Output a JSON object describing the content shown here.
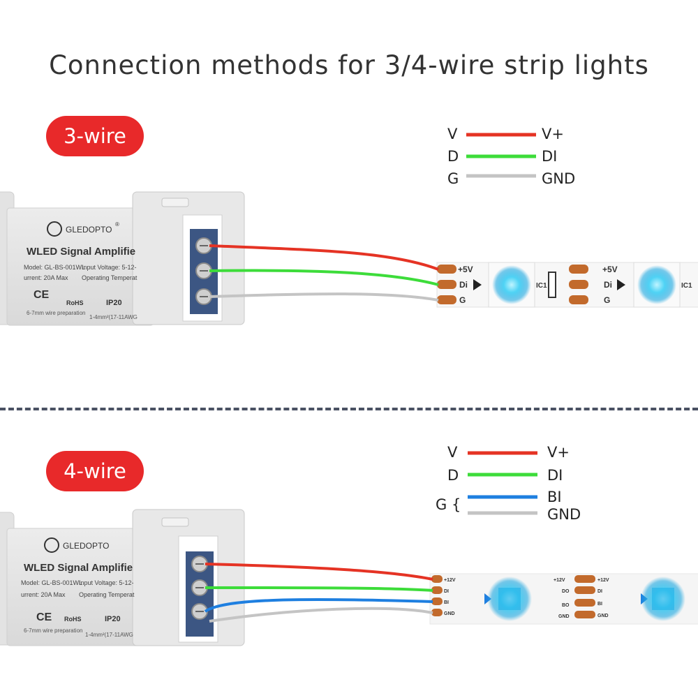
{
  "title": "Connection methods for 3/4-wire strip lights",
  "colors": {
    "red": "#e53324",
    "green": "#3ddc3a",
    "blue": "#1e7fe0",
    "gray": "#c4c4c4",
    "accent": "#e8292a"
  },
  "section3": {
    "badge": "3-wire",
    "legend": [
      {
        "left": "V",
        "right": "V+",
        "color": "red"
      },
      {
        "left": "D",
        "right": "DI",
        "color": "green"
      },
      {
        "left": "G",
        "right": "GND",
        "color": "gray"
      }
    ],
    "device": {
      "brand": "GLEDOPTO",
      "trademark": "®",
      "name": "WLED Signal Amplifie",
      "model": "Model: GL-BS-001WL",
      "input": "Input Voltage: 5-12-",
      "current": "urrent: 20A Max",
      "temp": "Operating Temperat",
      "ce": "CE",
      "rohs": "RoHS",
      "ip": "IP20",
      "wire_prep": "6-7mm wire preparation",
      "awg": "1-4mm²(17-11AWG"
    },
    "strip": {
      "pad1": "+5V",
      "pad2": "Di",
      "pad3": "G",
      "ic": "IC1"
    }
  },
  "section4": {
    "badge": "4-wire",
    "legend": [
      {
        "left": "V",
        "right": "V+",
        "color": "red"
      },
      {
        "left": "D",
        "right": "DI",
        "color": "green"
      },
      {
        "left": "G {",
        "right": "BI",
        "color": "blue"
      },
      {
        "left": "",
        "right": "GND",
        "color": "gray"
      }
    ],
    "device": {
      "brand": "GLEDOPTO",
      "name": "WLED Signal Amplifie",
      "model": "Model: GL-BS-001WL",
      "input": "Input Voltage: 5-12-",
      "current": "urrent: 20A Max",
      "temp": "Operating Temperat",
      "ce": "CE",
      "rohs": "RoHS",
      "ip": "IP20",
      "wire_prep": "6-7mm wire preparation",
      "awg": "1-4mm²(17-11AWG"
    },
    "strip": {
      "left_pads": [
        "+12V",
        "DI",
        "BI",
        "GND"
      ],
      "mid_left": [
        "+12V",
        "DO",
        "BO",
        "GND"
      ],
      "mid_right": [
        "+12V",
        "DI",
        "BI",
        "GND"
      ]
    }
  }
}
